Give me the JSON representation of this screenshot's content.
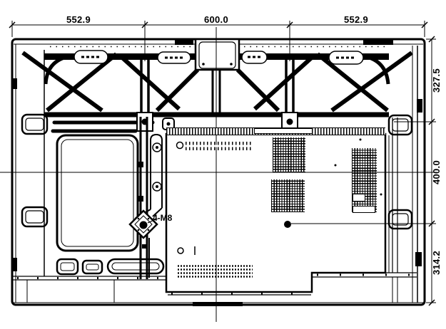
{
  "drawing": {
    "dim_top": [
      "552.9",
      "600.0",
      "552.9"
    ],
    "dim_right": [
      "327.5",
      "400.0",
      "314.2"
    ],
    "mount_label": "4-M8",
    "colors": {
      "line": "#000000",
      "background": "#ffffff"
    }
  }
}
